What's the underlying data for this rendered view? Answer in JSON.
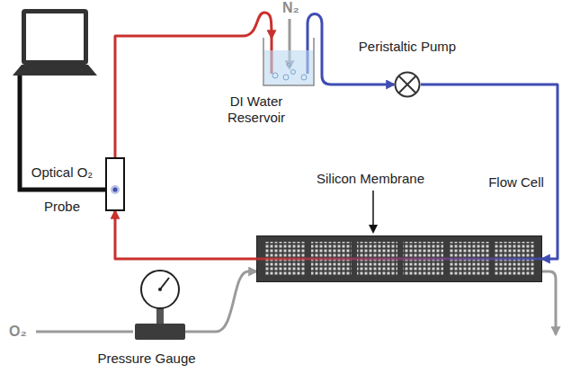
{
  "diagram": {
    "nodes": [
      {
        "text": [
          "DI Water Reservoir"
        ]
      },
      {
        "text": [
          "Peristaltic Pump"
        ]
      },
      {
        "text": [
          "Optical O₂ Probe"
        ]
      },
      {
        "text": [
          "Flow Cell"
        ]
      },
      {
        "text": [
          "Pressure Gauge"
        ]
      }
    ],
    "edges": [
      {
        "from": 0,
        "to": 1,
        "arrow": "to"
      },
      {
        "from": 1,
        "to": 3,
        "arrow": "to"
      },
      {
        "from": 3,
        "to": 2,
        "arrow": "to"
      },
      {
        "from": 2,
        "to": 0,
        "arrow": "to"
      },
      {
        "from": 4,
        "to": 3,
        "arrow": "to"
      }
    ],
    "labels": [
      "N₂",
      "O₂",
      "Silicon Membrane"
    ]
  }
}
